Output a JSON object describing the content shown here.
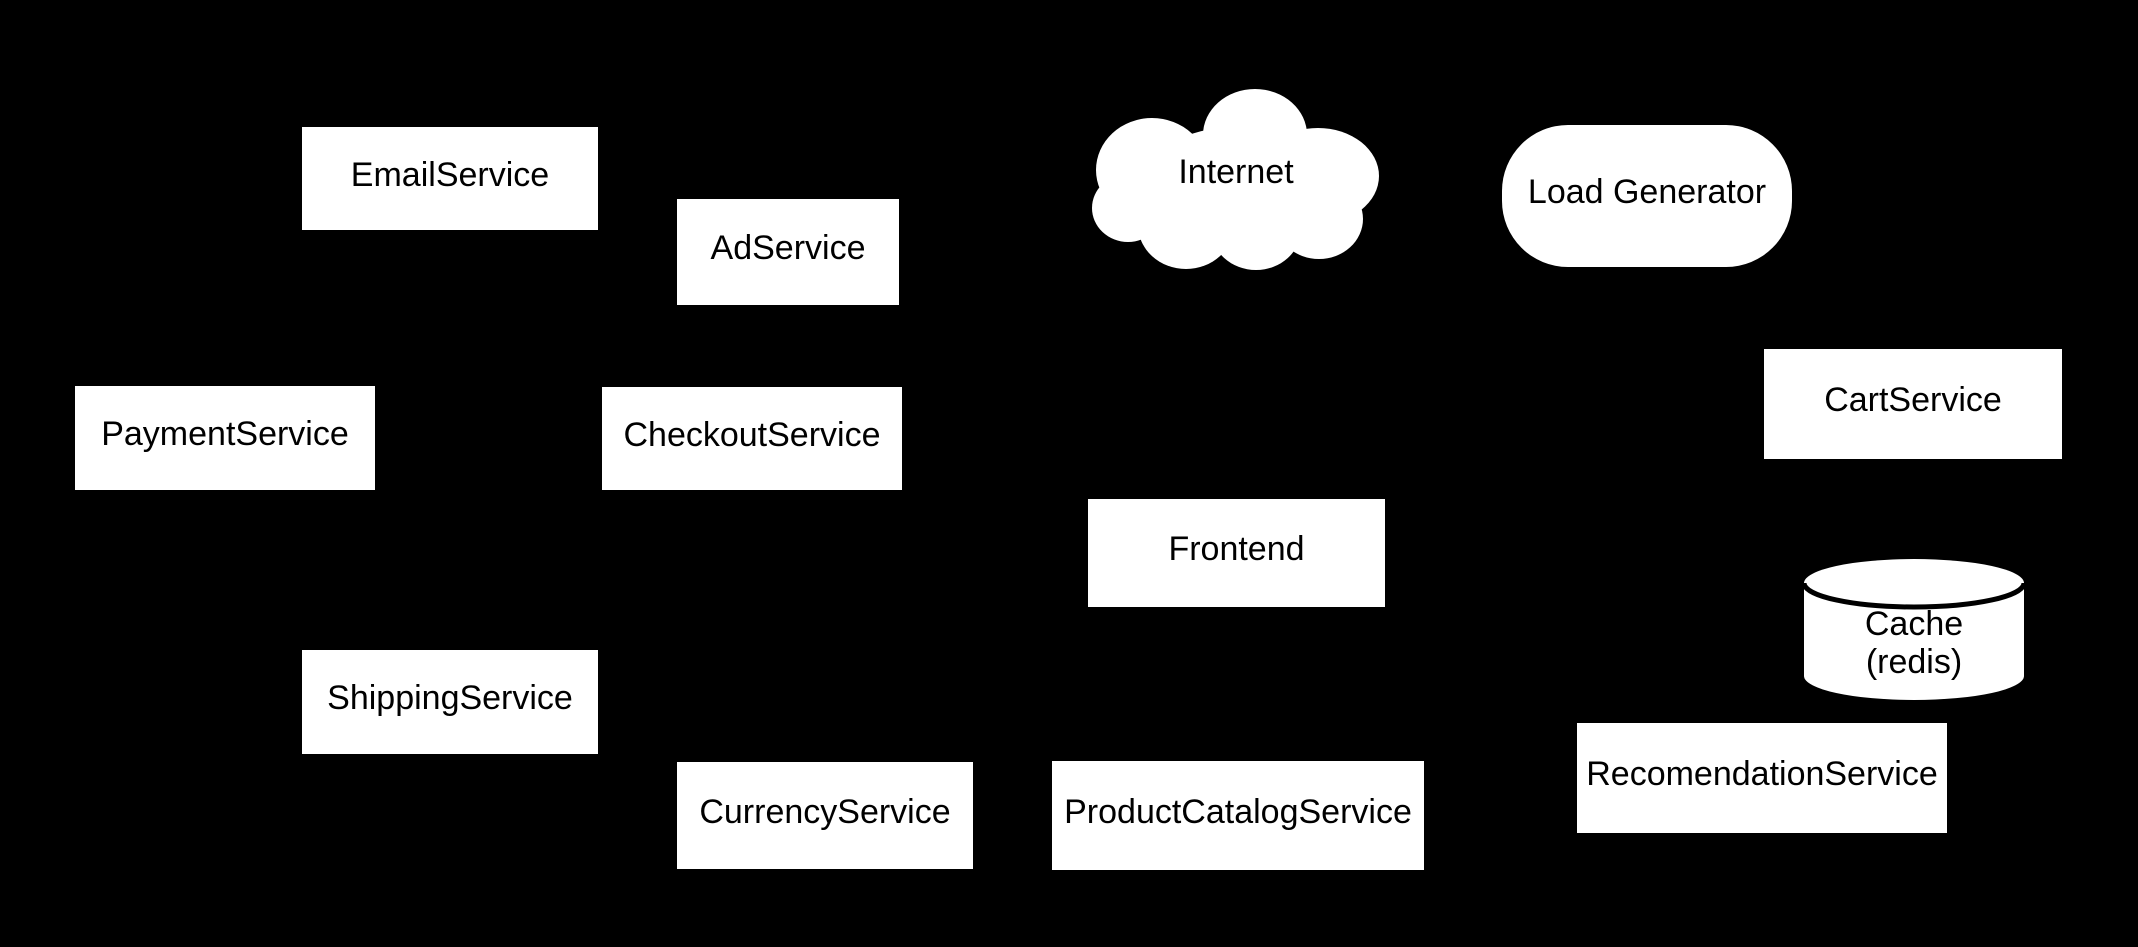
{
  "diagram": {
    "colors": {
      "background": "#000000",
      "node_fill": "#ffffff",
      "node_text": "#000000"
    },
    "nodes": {
      "email_service": {
        "label": "EmailService",
        "shape": "box"
      },
      "ad_service": {
        "label": "AdService",
        "shape": "box"
      },
      "internet": {
        "label": "Internet",
        "shape": "cloud"
      },
      "load_generator": {
        "label": "Load Generator",
        "shape": "stadium"
      },
      "payment_service": {
        "label": "PaymentService",
        "shape": "box"
      },
      "checkout_service": {
        "label": "CheckoutService",
        "shape": "box"
      },
      "cart_service": {
        "label": "CartService",
        "shape": "box"
      },
      "frontend": {
        "label": "Frontend",
        "shape": "box"
      },
      "cache": {
        "label_line1": "Cache",
        "label_line2": "(redis)",
        "shape": "cylinder"
      },
      "shipping_service": {
        "label": "ShippingService",
        "shape": "box"
      },
      "recommendation_service": {
        "label": "RecomendationService",
        "shape": "box"
      },
      "currency_service": {
        "label": "CurrencyService",
        "shape": "box"
      },
      "product_catalog_service": {
        "label": "ProductCatalogService",
        "shape": "box"
      }
    }
  }
}
